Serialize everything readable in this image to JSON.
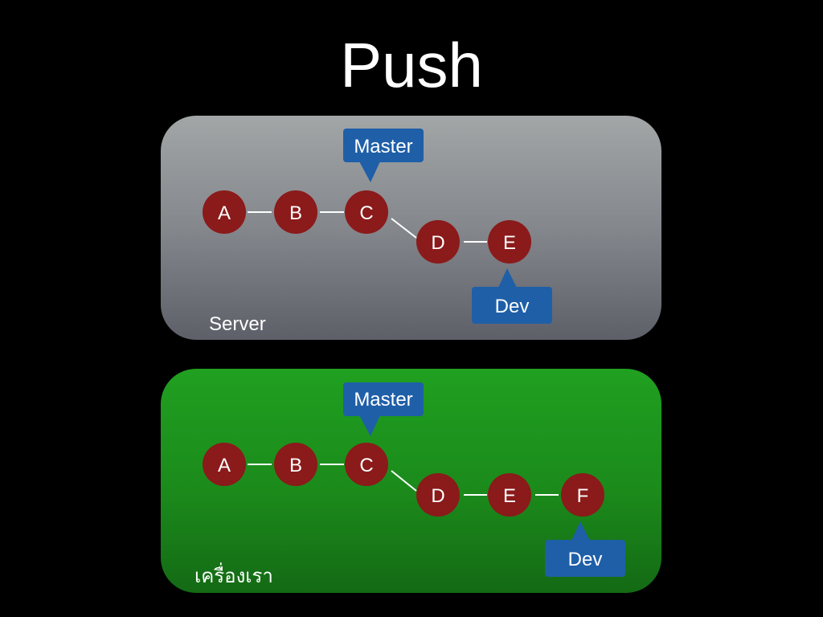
{
  "title": "Push",
  "colors": {
    "background": "#000000",
    "server_panel": "#84878c",
    "local_panel": "#1b8a1b",
    "commit_node": "#8b1a1a",
    "branch_tag": "#1f5fa8",
    "edge": "#ffffff"
  },
  "server": {
    "label": "Server",
    "commits": [
      "A",
      "B",
      "C",
      "D",
      "E"
    ],
    "master_label": "Master",
    "dev_label": "Dev"
  },
  "local": {
    "label": "เครื่องเรา",
    "commits": [
      "A",
      "B",
      "C",
      "D",
      "E",
      "F"
    ],
    "master_label": "Master",
    "dev_label": "Dev"
  }
}
